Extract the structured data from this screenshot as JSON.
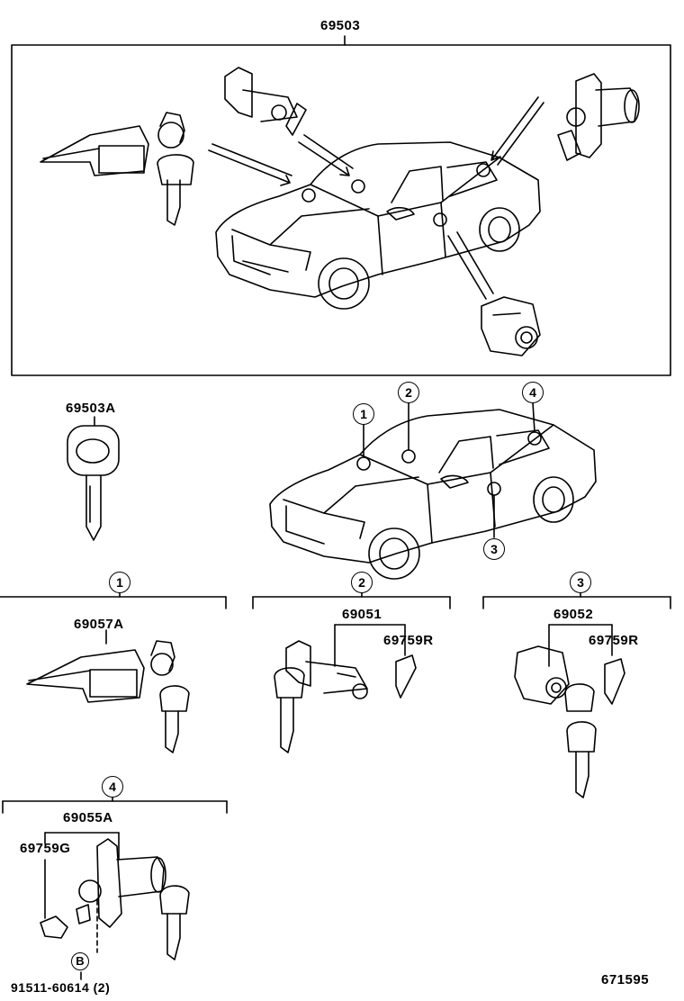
{
  "diagram": {
    "assembly_part": "69503",
    "key_part": "69503A",
    "figure_code": "671595",
    "callouts": [
      "1",
      "2",
      "3",
      "4"
    ],
    "groups": {
      "g1": {
        "callout": "1",
        "parts": [
          "69057A"
        ]
      },
      "g2": {
        "callout": "2",
        "parts": [
          "69051",
          "69759R"
        ]
      },
      "g3": {
        "callout": "3",
        "parts": [
          "69052",
          "69759R"
        ]
      },
      "g4": {
        "callout": "4",
        "parts": [
          "69055A",
          "69759G",
          "91511-60614 (2)"
        ],
        "marker": "B"
      }
    }
  }
}
